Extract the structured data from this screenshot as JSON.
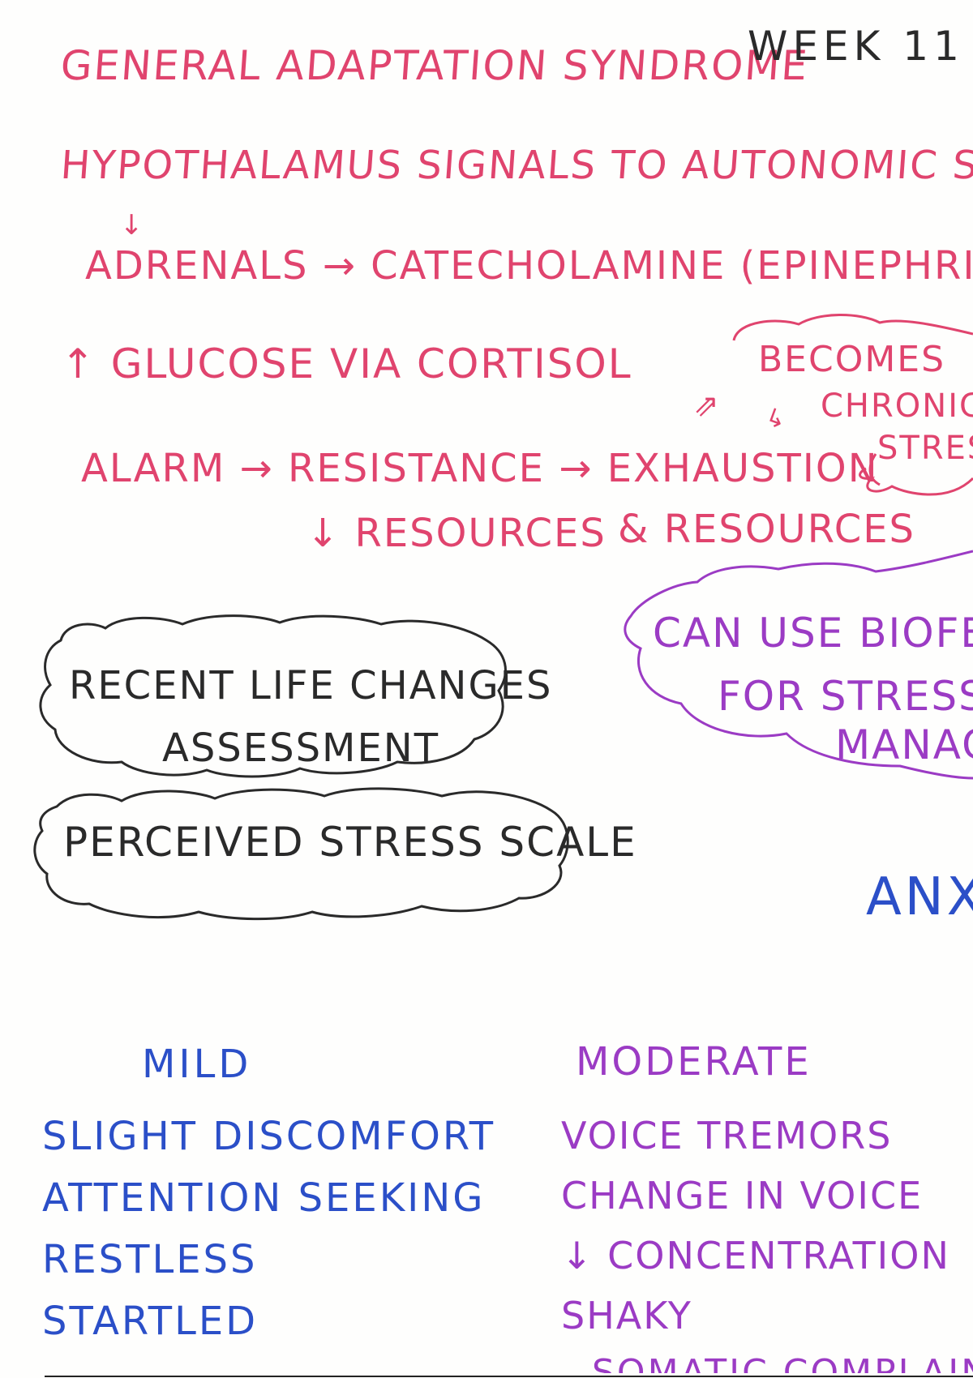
{
  "colors": {
    "pink": "#e0446e",
    "black": "#2a2a2a",
    "purple": "#9b3bc4",
    "blue": "#2b4fc8"
  },
  "header": {
    "title": "GENERAL ADAPTATION SYNDROME",
    "week": "WEEK 11"
  },
  "notes": {
    "line1": "HYPOTHALAMUS SIGNALS TO AUTONOMIC SYSTEM",
    "arrow_down": "↓",
    "line2": "ADRENALS → CATECHOLAMINE (EPINEPHRINE)",
    "line3": "↑ GLUCOSE VIA CORTISOL",
    "line4": "ALARM → RESISTANCE → EXHAUSTION",
    "line5": "↓ RESOURCES",
    "line6": "& RESOURCES",
    "arrow_ne": "⇗",
    "hook": "↳"
  },
  "chronic_bubble": {
    "line1": "BECOMES",
    "line2": "CHRONIC",
    "line3": "STRES"
  },
  "biofeedback_bubble": {
    "line1": "CAN USE BIOFE",
    "line2": "FOR STRESS",
    "line3": "MANAG"
  },
  "assessment_bubbles": {
    "recent_life_1": "RECENT LIFE CHANGES",
    "recent_life_2": "ASSESSMENT",
    "perceived": "PERCEIVED STRESS SCALE"
  },
  "anxiety_heading": "ANXI",
  "anxiety_levels": {
    "mild": {
      "heading": "MILD",
      "items": [
        "SLIGHT DISCOMFORT",
        "ATTENTION SEEKING",
        "RESTLESS",
        "STARTLED"
      ]
    },
    "moderate": {
      "heading": "MODERATE",
      "items": [
        "VOICE TREMORS",
        "CHANGE IN VOICE",
        "↓ CONCENTRATION",
        "SHAKY"
      ],
      "partial_item": "SOMATIC COMPLAINTS"
    }
  }
}
